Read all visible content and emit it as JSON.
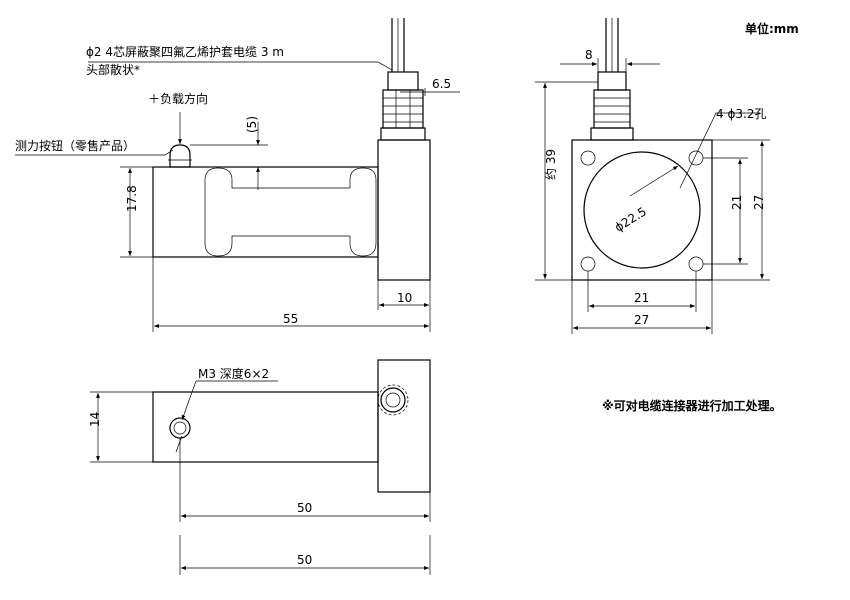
{
  "unit_label": "单位:mm",
  "note": "※可对电缆连接器进行加工处理。",
  "labels": {
    "cable": "ϕ2 4芯屏蔽聚四氟乙烯护套电缆 3 m",
    "cable_end": "头部散状*",
    "load_direction": "＋负载方向",
    "button": "测力按钮（零售产品）",
    "mount_hole": "M3 深度6×2",
    "holes_4": "4 ϕ3.2孔",
    "dia_225": "ϕ22.5"
  },
  "dims": {
    "d_6_5": "6.5",
    "d_5": "(5)",
    "d_17_8": "17.8",
    "d_10": "10",
    "d_55": "55",
    "d_8": "8",
    "d_39": "约 39",
    "d_21_v": "21",
    "d_27_v": "27",
    "d_21_h": "21",
    "d_27_h": "27",
    "d_14": "14",
    "d_50_a": "50",
    "d_50_b": "50"
  }
}
